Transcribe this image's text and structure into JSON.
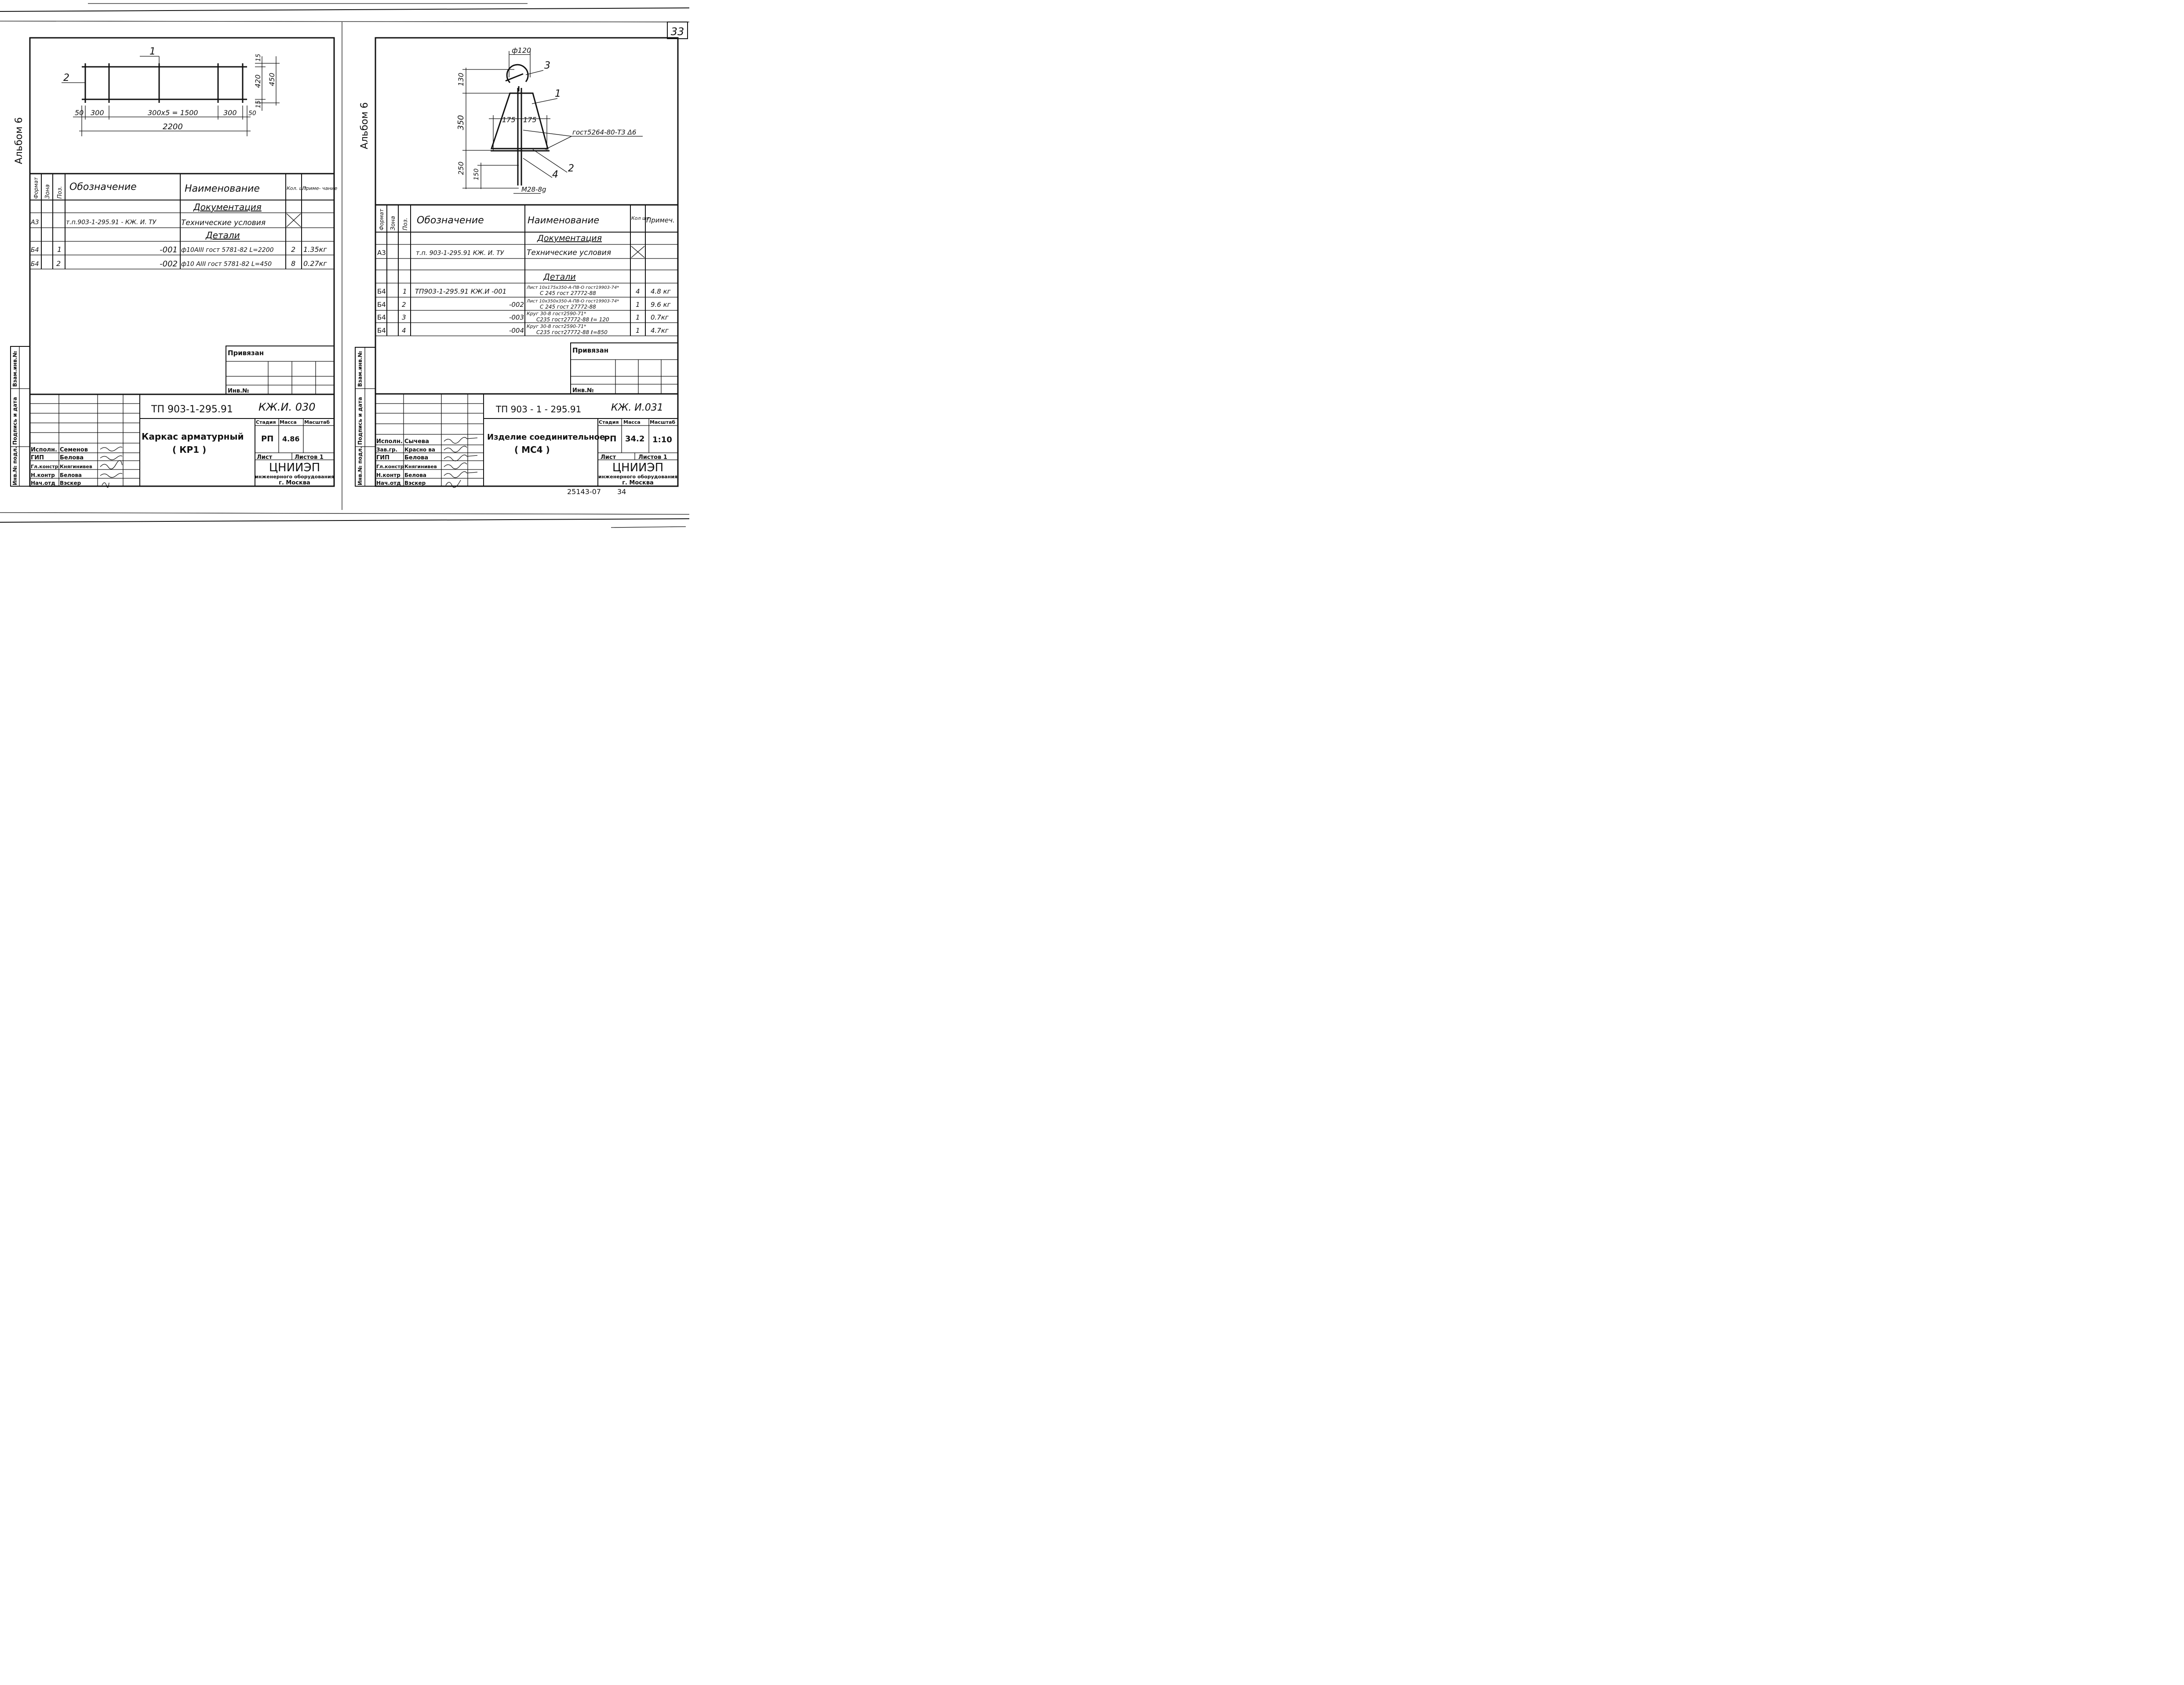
{
  "sheet_number": "33",
  "footer_code": "25143-07",
  "footer_page": "34",
  "left": {
    "album": "Альбом 6",
    "dims": {
      "pos1": "1",
      "pos2": "2",
      "d50a": "50",
      "d300a": "300",
      "dmid": "300х5 = 1500",
      "d300b": "300",
      "d50b": "50",
      "dtotal": "2200",
      "d15a": "15",
      "d420": "420",
      "d450": "450",
      "d15b": "15"
    },
    "spec_headers": {
      "format": "Формат",
      "zone": "Зона",
      "pos": "Поз.",
      "designation": "Обозначение",
      "name": "Наименование",
      "qty": "Кол. шт.",
      "note": "Приме- чание"
    },
    "sections": {
      "docs": "Документация",
      "parts": "Детали"
    },
    "rows": [
      {
        "format": "А3",
        "pos": "",
        "designation": "т.п.903-1-295.91   - КЖ. И. ТУ",
        "name": "Технические условия",
        "qty": "",
        "note": ""
      },
      {
        "format": "Б4",
        "pos": "1",
        "designation": "-001",
        "name": "ф10АIII гост 5781-82 L=2200",
        "qty": "2",
        "note": "1.35кг"
      },
      {
        "format": "Б4",
        "pos": "2",
        "designation": "-002",
        "name": "ф10 АIII гост 5781-82 L=450",
        "qty": "8",
        "note": "0.27кг"
      }
    ],
    "privyazan": "Привязан",
    "inv": "Инв.№",
    "side_labels": {
      "vzam": "Взам.инв.№",
      "podpis": "Подпись и дата",
      "inv_podl": "Инв.№ подл."
    },
    "title": {
      "project": "ТП 903-1-295.91",
      "code": "КЖ.И. 030",
      "name_line1": "Каркас арматурный",
      "name_line2": "( КР1 )",
      "stage_h": "Стадия",
      "mass_h": "Масса",
      "scale_h": "Масштаб",
      "stage": "РП",
      "mass": "4.86",
      "scale": "",
      "sheet_h": "Лист",
      "sheets_h": "Листов 1",
      "org1": "ЦНИИЭП",
      "org2": "инженерного оборудования",
      "org3": "г. Москва"
    },
    "staff": [
      {
        "role": "Исполн.",
        "name": "Семенов"
      },
      {
        "role": "ГИП",
        "name": "Белова"
      },
      {
        "role": "Гл.констр",
        "name": "Княгинивев"
      },
      {
        "role": "Н.контр",
        "name": "Белова"
      },
      {
        "role": "Нач.отд",
        "name": "Вэскер"
      }
    ]
  },
  "right": {
    "album": "Альбом 6",
    "dims": {
      "d120": "ф120",
      "pos3": "3",
      "pos1": "1",
      "d130": "130",
      "d350": "350",
      "d175a": "175",
      "d175b": "175",
      "gost": "гост5264-80-Т3 Δ6",
      "pos2": "2",
      "pos4": "4",
      "d250": "250",
      "d150": "150",
      "m28": "М28-8g"
    },
    "spec_headers": {
      "format": "Формат",
      "zone": "Зона",
      "pos": "Поз.",
      "designation": "Обозначение",
      "name": "Наименование",
      "qty": "Кол шт",
      "note": "Примеч."
    },
    "sections": {
      "docs": "Документация",
      "parts": "Детали"
    },
    "rows": [
      {
        "format": "А3",
        "pos": "",
        "designation": "т.п. 903-1-295.91   КЖ. И. ТУ",
        "name_top": "Технические условия",
        "name_bot": "",
        "qty": "",
        "note": ""
      },
      {
        "format": "Б4",
        "pos": "1",
        "designation": "ТП903-1-295.91   КЖ.И -001",
        "name_top": "Лист 10х175х350-А-ПВ-О гост19903-74*",
        "name_bot": "С 245 гост 27772-88",
        "qty": "4",
        "note": "4.8 кг"
      },
      {
        "format": "Б4",
        "pos": "2",
        "designation": "-002",
        "name_top": "Лист 10х350х350-А-ПВ-О гост19903-74*",
        "name_bot": "С 245 гост 27772-88",
        "qty": "1",
        "note": "9.6 кг"
      },
      {
        "format": "Б4",
        "pos": "3",
        "designation": "-003",
        "name_top": "Круг 30-8 гост2590-71*",
        "name_bot": "С235 гост27772-88  ℓ= 120",
        "qty": "1",
        "note": "0.7кг"
      },
      {
        "format": "Б4",
        "pos": "4",
        "designation": "-004",
        "name_top": "Круг 30-8 гост2590-71*",
        "name_bot": "С235 гост27772-88  ℓ=850",
        "qty": "1",
        "note": "4.7кг"
      }
    ],
    "privyazan": "Привязан",
    "inv": "Инв.№",
    "side_labels": {
      "vzam": "Взам.инв.№",
      "podpis": "Подпись и дата",
      "inv_podl": "Инв.№ подл."
    },
    "title": {
      "project": "ТП 903 - 1 - 295.91",
      "code": "КЖ. И.031",
      "name_line1": "Изделие соединительное",
      "name_line2": "( МС4 )",
      "stage_h": "Стадия",
      "mass_h": "Масса",
      "scale_h": "Масштаб",
      "stage": "РП",
      "mass": "34.2",
      "scale": "1:10",
      "sheet_h": "Лист",
      "sheets_h": "Листов 1",
      "org1": "ЦНИИЭП",
      "org2": "инженерного оборудования",
      "org3": "г. Москва"
    },
    "staff": [
      {
        "role": "Исполн.",
        "name": "Сычева"
      },
      {
        "role": "Зав.гр.",
        "name": "Красно ва"
      },
      {
        "role": "ГИП",
        "name": "Белова"
      },
      {
        "role": "Гл.констр",
        "name": "Княгинивев"
      },
      {
        "role": "Н.контр",
        "name": "Белова"
      },
      {
        "role": "Нач.отд",
        "name": "Вэскер"
      }
    ]
  }
}
